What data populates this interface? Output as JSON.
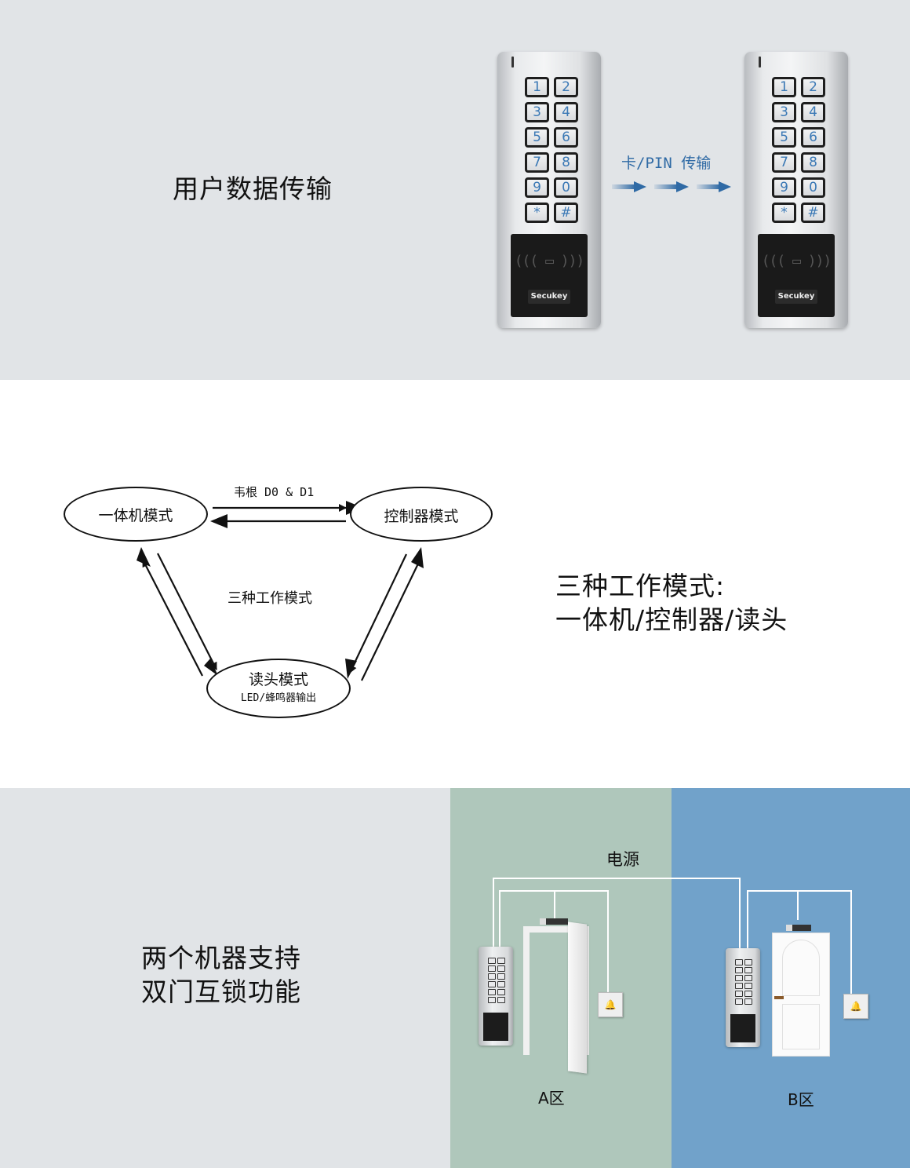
{
  "section1": {
    "headline": "用户数据传输",
    "transfer_label": "卡/PIN 传输",
    "device_keys": [
      "1",
      "2",
      "3",
      "4",
      "5",
      "6",
      "7",
      "8",
      "9",
      "0",
      "*",
      "#"
    ],
    "device_brand": "Secukey",
    "rfid_symbol": "((( ▭ )))",
    "colors": {
      "background": "#e1e4e7",
      "accent": "#2f6aa5",
      "key_digit": "#3a78b5"
    }
  },
  "section2": {
    "diagram": {
      "node_standalone": "一体机模式",
      "node_controller": "控制器模式",
      "node_reader": "读头模式",
      "node_reader_sub": "LED/蜂鸣器输出",
      "edge_label": "韦根 D0 & D1",
      "center_label": "三种工作模式"
    },
    "headline_line1": "三种工作模式:",
    "headline_line2": "一体机/控制器/读头"
  },
  "section3": {
    "headline_line1": "两个机器支持",
    "headline_line2": "双门互锁功能",
    "power_label": "电源",
    "zone_a": "A区",
    "zone_b": "B区",
    "bell_symbol": "🔔",
    "colors": {
      "zone_a_bg": "#afc7bb",
      "zone_b_bg": "#71a2ca",
      "background": "#e1e4e7"
    }
  }
}
